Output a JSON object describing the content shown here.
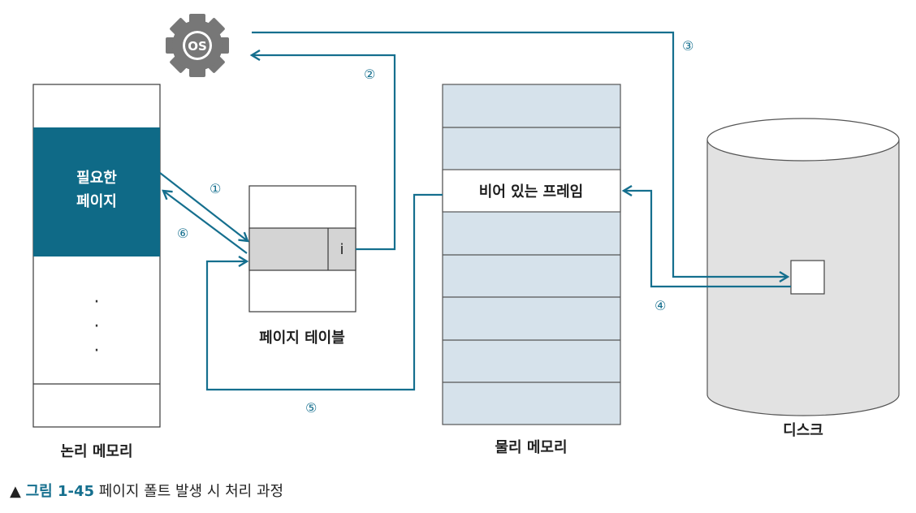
{
  "colors": {
    "accent": "#156f8e",
    "needed_page_fill": "#0f6a87",
    "physical_frame_fill": "#d6e2eb",
    "disk_fill": "#e2e2e2",
    "page_table_row_fill": "#d4d4d4",
    "gear_fill": "#777777"
  },
  "os_gear": {
    "icon": "gear-icon",
    "label": "OS"
  },
  "logical_memory": {
    "label": "논리 메모리",
    "needed_page_label_line1": "필요한",
    "needed_page_label_line2": "페이지",
    "ellipsis": "·"
  },
  "page_table": {
    "label": "페이지 테이블",
    "bit_label": "i"
  },
  "physical_memory": {
    "label": "물리 메모리",
    "free_frame_label": "비어 있는 프레임"
  },
  "disk": {
    "label": "디스크"
  },
  "steps": [
    "①",
    "②",
    "③",
    "④",
    "⑤",
    "⑥"
  ],
  "caption": {
    "marker": "▲",
    "figure": "그림 1-45",
    "text": "페이지 폴트 발생 시 처리 과정"
  }
}
